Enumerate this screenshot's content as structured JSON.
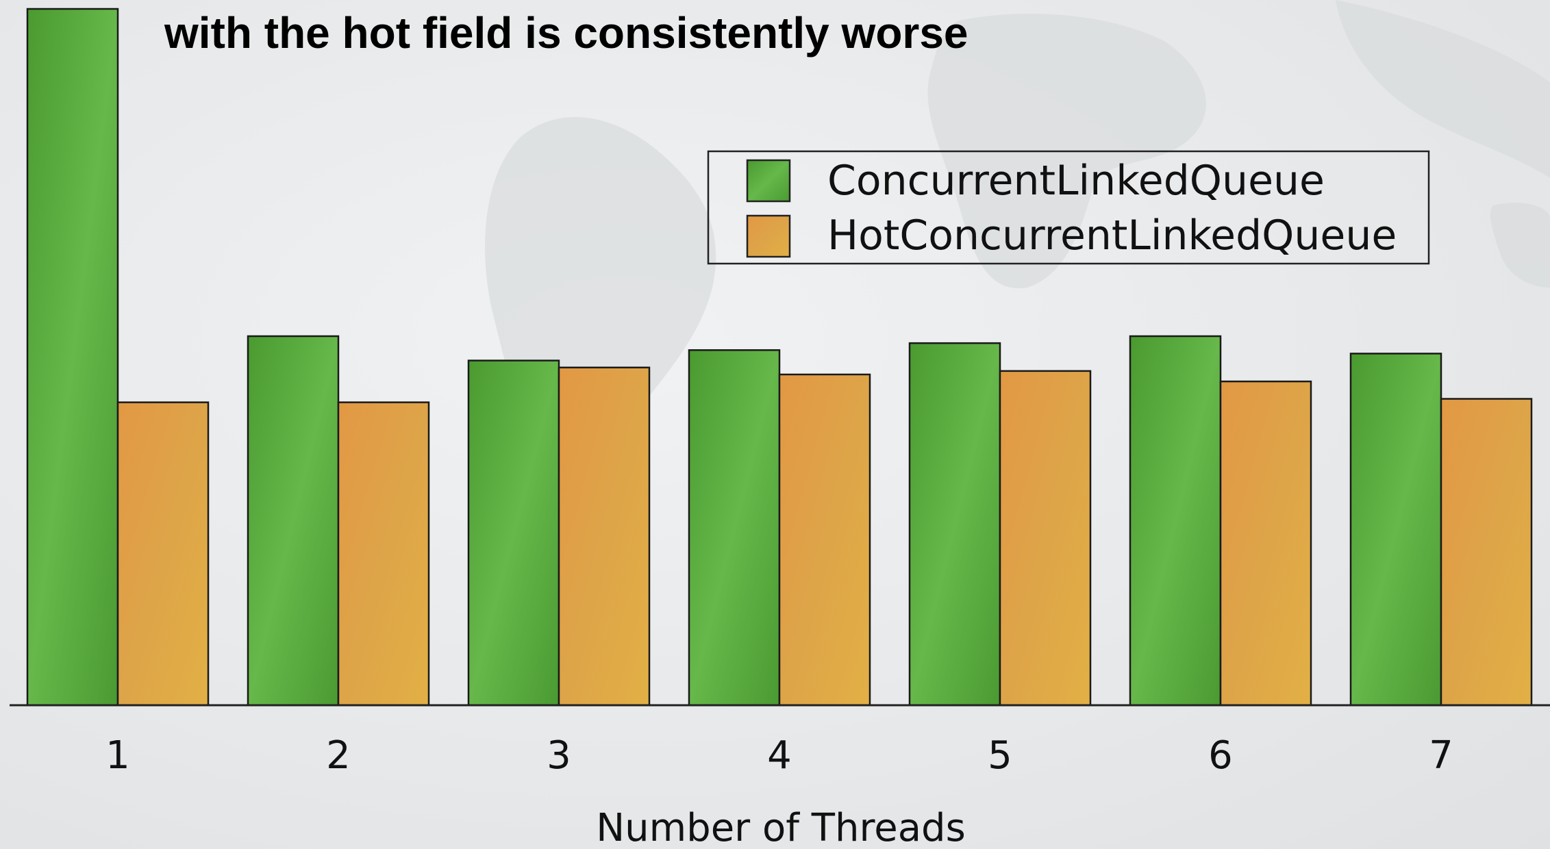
{
  "chart_data": {
    "type": "bar",
    "title": "with the hot field is consistently worse",
    "xlabel": "Number of Threads",
    "ylabel": "",
    "categories": [
      "1",
      "2",
      "3",
      "4",
      "5",
      "6",
      "7"
    ],
    "ylim": [
      0,
      100
    ],
    "series": [
      {
        "name": "ConcurrentLinkedQueue",
        "color": "#5aa63a",
        "values": [
          100,
          53,
          49.5,
          51,
          52,
          53,
          50.5
        ]
      },
      {
        "name": "HotConcurrentLinkedQueue",
        "color": "#e0a040",
        "values": [
          43.5,
          43.5,
          48.5,
          47.5,
          48,
          46.5,
          44
        ]
      }
    ],
    "legend_position": "top-right",
    "grid": false
  }
}
